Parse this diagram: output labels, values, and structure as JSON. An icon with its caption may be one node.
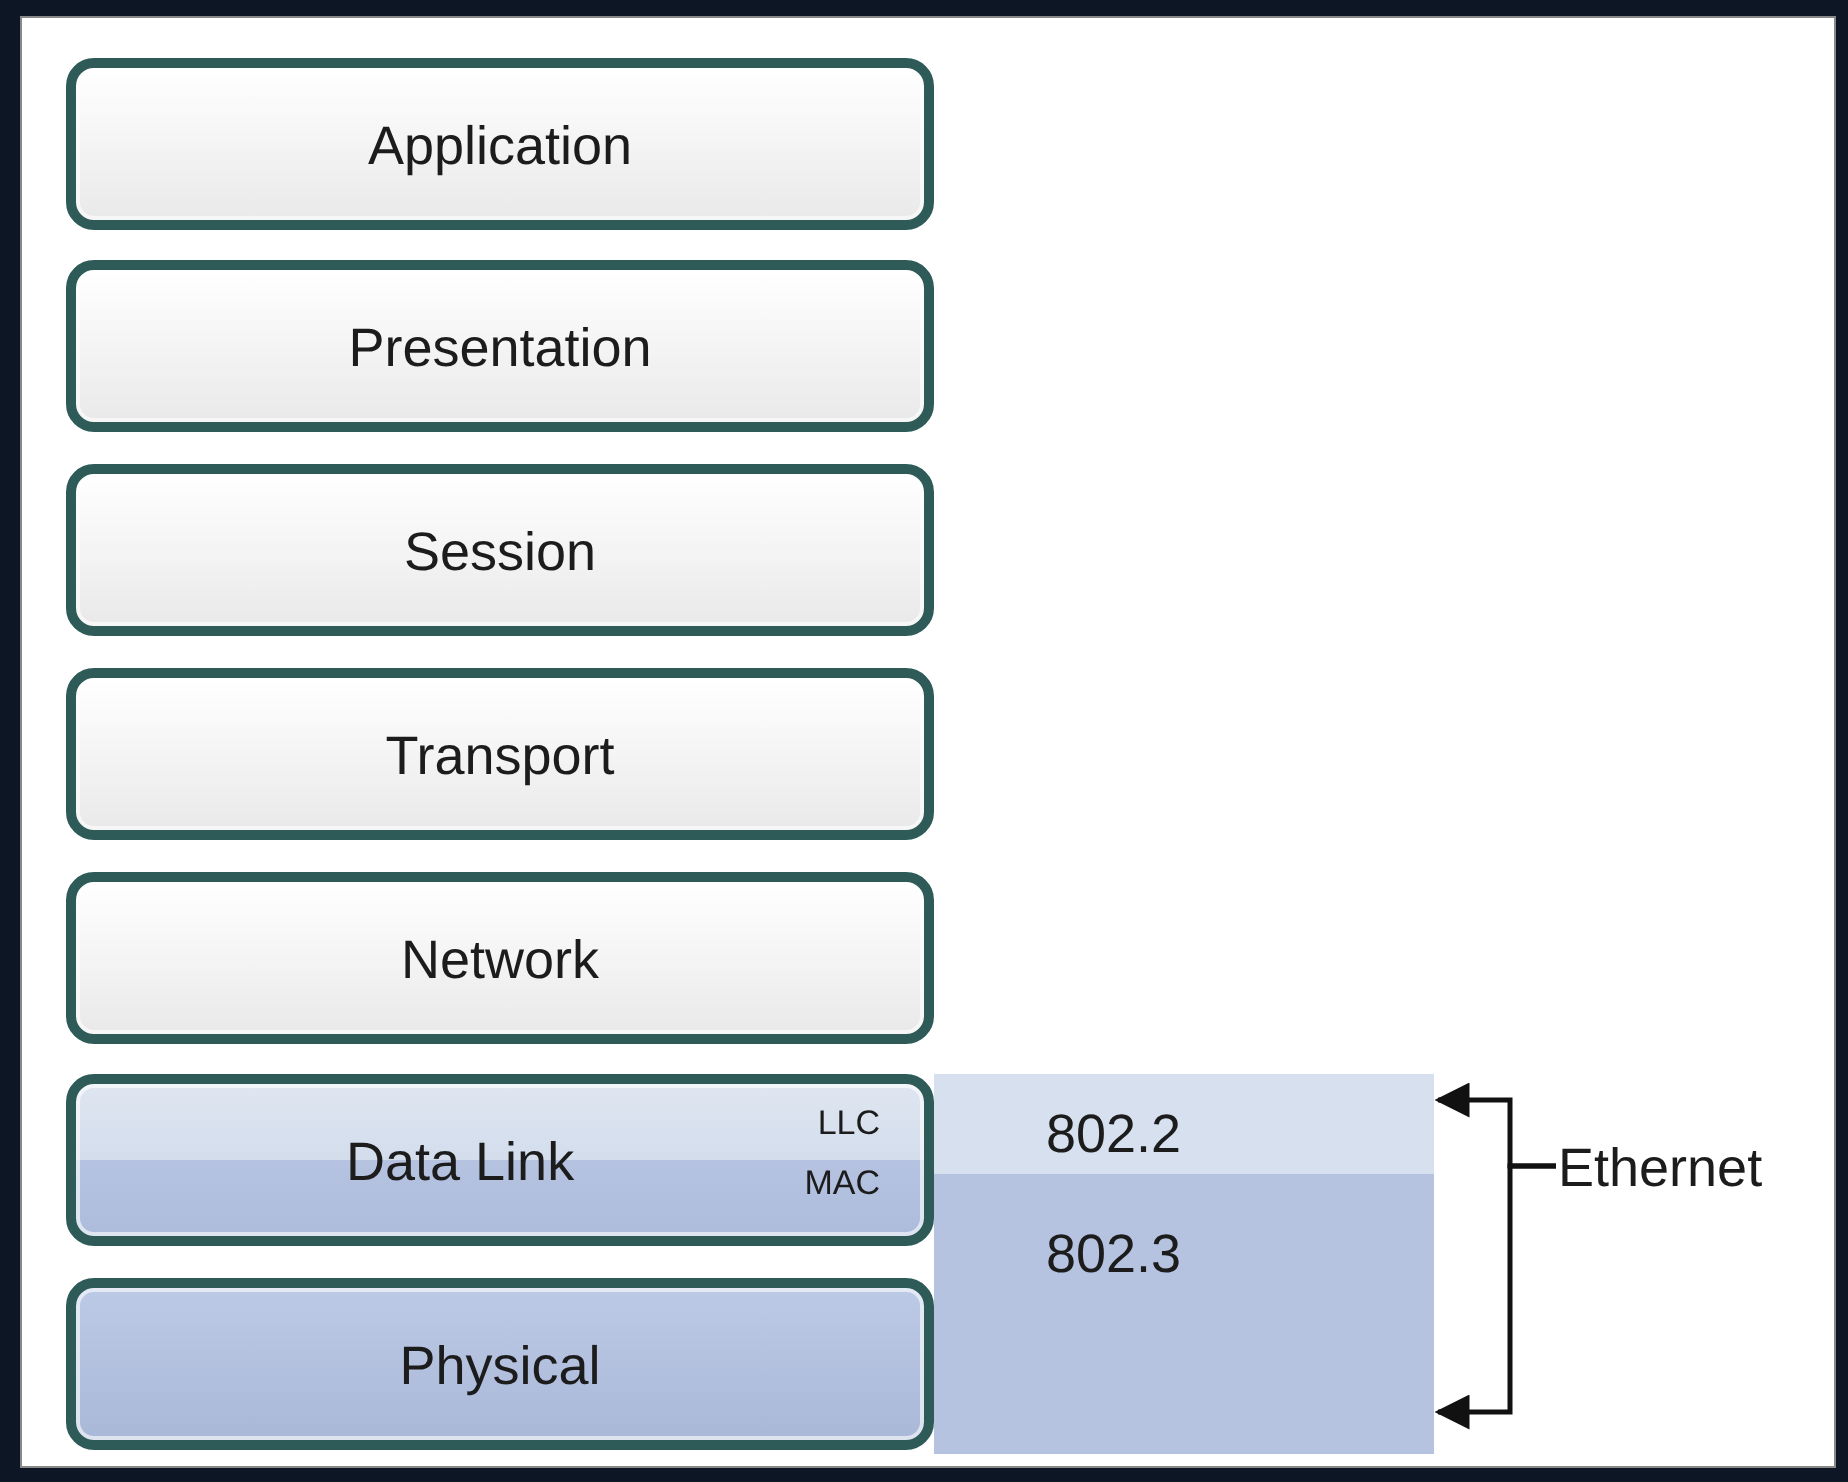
{
  "diagram": {
    "nodes": [
      {
        "text": [
          "Application"
        ]
      },
      {
        "text": [
          "Presentation"
        ]
      },
      {
        "text": [
          "Session"
        ]
      },
      {
        "text": [
          "Transport"
        ]
      },
      {
        "text": [
          "Network"
        ]
      },
      {
        "text": [
          "Data Link",
          "LLC",
          "MAC"
        ]
      },
      {
        "text": [
          "Physical"
        ]
      },
      {
        "text": [
          "802.2"
        ]
      },
      {
        "text": [
          "802.3"
        ]
      },
      {
        "text": [
          "Ethernet"
        ]
      }
    ],
    "edges": [
      {
        "from": 9,
        "to": 7,
        "arrow": "to"
      },
      {
        "from": 9,
        "to": 8,
        "arrow": "to"
      }
    ]
  }
}
